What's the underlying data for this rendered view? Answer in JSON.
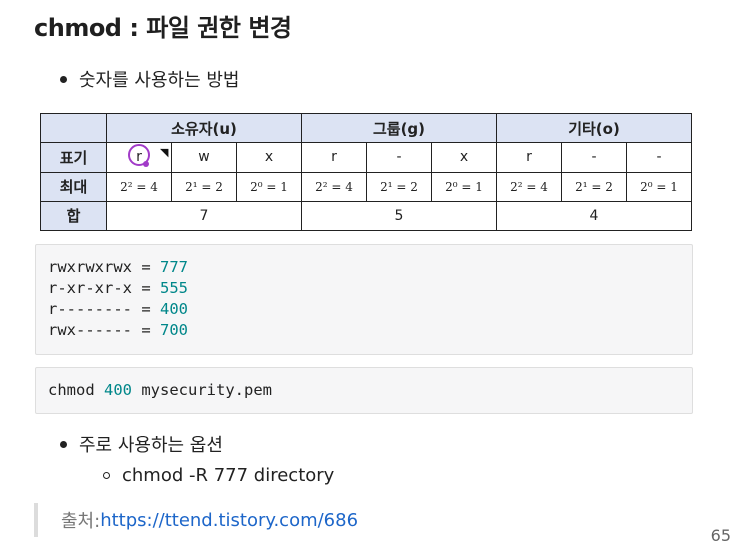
{
  "title": "chmod : 파일 권한 변경",
  "bullet1": "숫자를 사용하는 방법",
  "table": {
    "groups": [
      "소유자(u)",
      "그룹(g)",
      "기타(o)"
    ],
    "row_labels": {
      "symbol": "표기",
      "max": "최대",
      "sum": "합"
    },
    "symbols": [
      "r",
      "w",
      "x",
      "r",
      "-",
      "x",
      "r",
      "-",
      "-"
    ],
    "max_values": [
      "2² = 4",
      "2¹ = 2",
      "2⁰ = 1",
      "2² = 4",
      "2¹ = 2",
      "2⁰ = 1",
      "2² = 4",
      "2¹ = 2",
      "2⁰ = 1"
    ],
    "sums": [
      "7",
      "5",
      "4"
    ]
  },
  "code1": [
    {
      "text": "rwxrwxrwx = ",
      "num": "777"
    },
    {
      "text": "r-xr-xr-x = ",
      "num": "555"
    },
    {
      "text": "r-------- = ",
      "num": "400"
    },
    {
      "text": "rwx------ = ",
      "num": "700"
    }
  ],
  "code2": {
    "cmd": "chmod ",
    "num": "400",
    "arg": " mysecurity.pem"
  },
  "bullet2": "주로 사용하는 옵션",
  "sub_bullet": "chmod -R 777 directory",
  "source": {
    "label": "출처: ",
    "link": "https://ttend.tistory.com/686"
  },
  "page_number": "65",
  "colors": {
    "table_header": "#dce3f3",
    "number": "#00878a",
    "link": "#1d66c9",
    "annotation": "#a13bc8"
  }
}
